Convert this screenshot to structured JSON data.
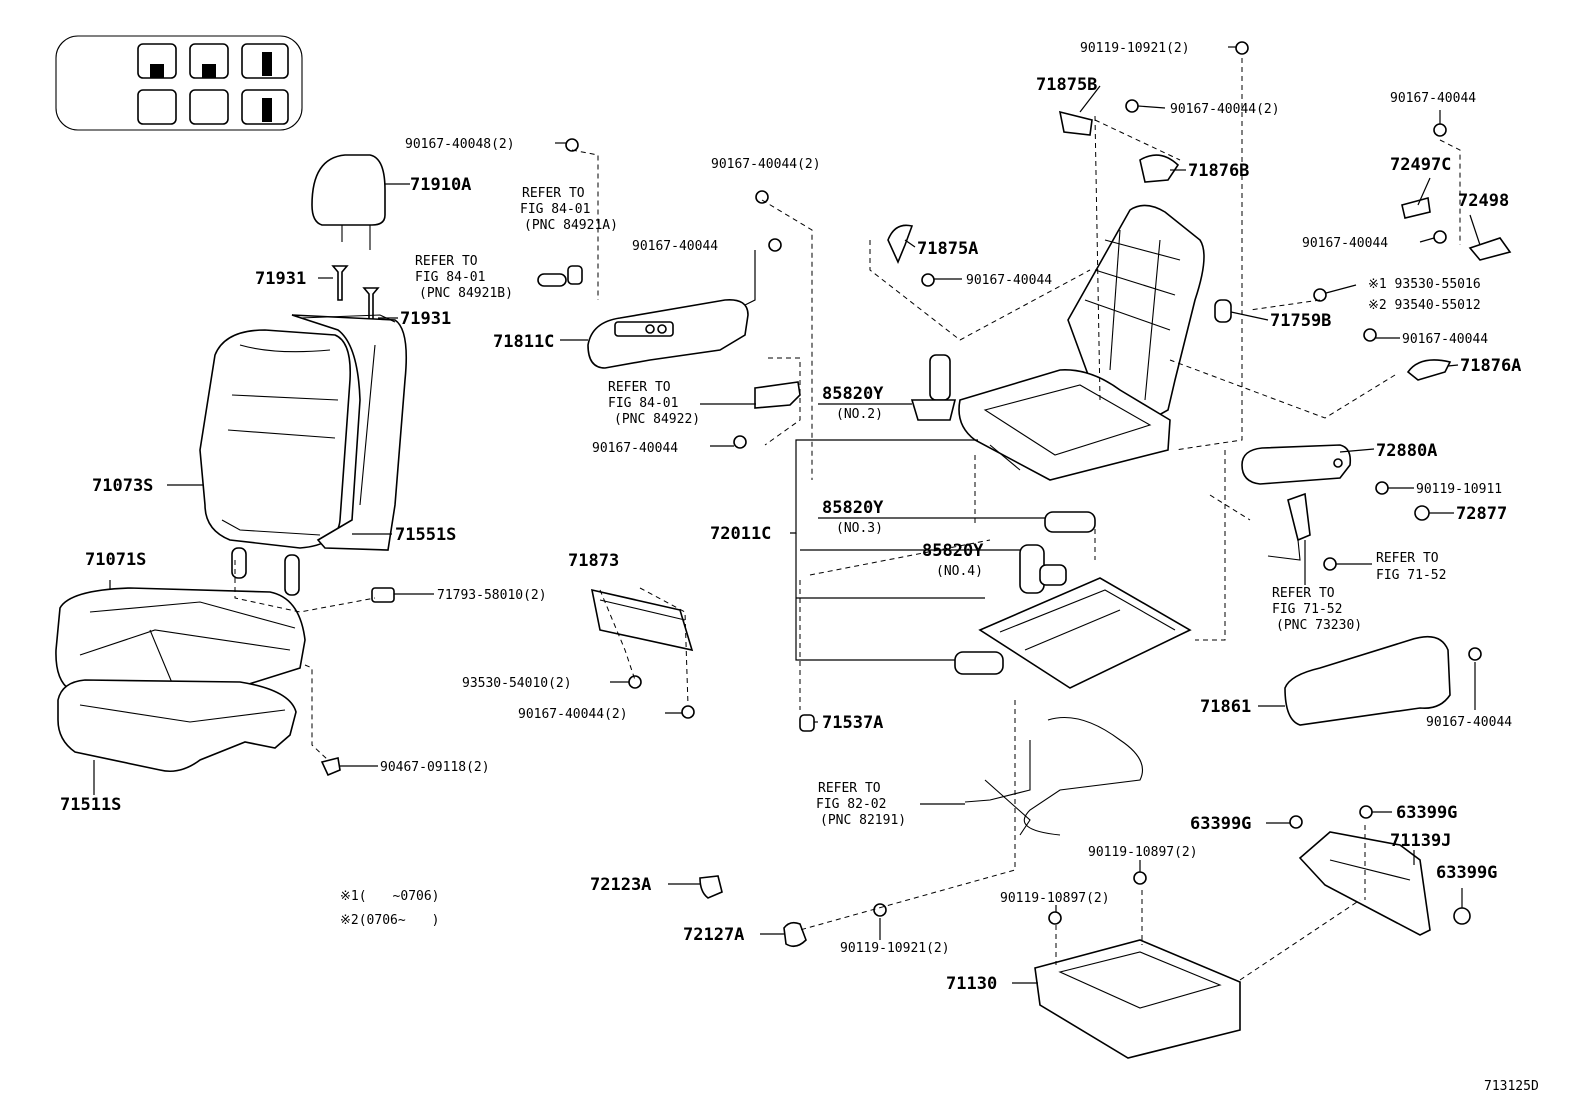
{
  "diagram": {
    "figure_code": "713125D",
    "notes": [
      "※1(　　~0706)",
      "※2(0706~　　)"
    ],
    "refs": {
      "r1": [
        "REFER TO",
        "FIG 84-01",
        "(PNC 84921A)"
      ],
      "r2": [
        "REFER TO",
        "FIG 84-01",
        "(PNC 84921B)"
      ],
      "r3": [
        "REFER TO",
        "FIG 84-01",
        "(PNC 84922)"
      ],
      "r4": [
        "REFER TO",
        "FIG 71-52"
      ],
      "r5": [
        "REFER TO",
        "FIG 71-52",
        "(PNC 73230)"
      ],
      "r6": [
        "REFER TO",
        "FIG 82-02",
        "(PNC 82191)"
      ]
    },
    "labels": {
      "p71910A": "71910A",
      "p71931a": "71931",
      "p71931b": "71931",
      "p71073S": "71073S",
      "p71551S": "71551S",
      "p71071S": "71071S",
      "p71511S": "71511S",
      "p71793": "71793-58010(2)",
      "p90467": "90467-09118(2)",
      "p90167_48": "90167-40048(2)",
      "p90167_44_2a": "90167-40044(2)",
      "p90167_44a": "90167-40044",
      "p71811C": "71811C",
      "p85820Y_2": "85820Y",
      "no2": "(NO.2)",
      "p90167_44b": "90167-40044",
      "p85820Y_3": "85820Y",
      "no3": "(NO.3)",
      "p85820Y_4": "85820Y",
      "no4": "(NO.4)",
      "p72011C": "72011C",
      "p71873": "71873",
      "p93530_54": "93530-54010(2)",
      "p90167_44_2b": "90167-40044(2)",
      "p71537A": "71537A",
      "p72123A": "72123A",
      "p72127A": "72127A",
      "p90119_21b": "90119-10921(2)",
      "p90119_21a": "90119-10921(2)",
      "p71875B": "71875B",
      "p90167_44_2c": "90167-40044(2)",
      "p71876B": "71876B",
      "p71875A": "71875A",
      "p90167_44c": "90167-40044",
      "p90167_44d": "90167-40044",
      "p72497C": "72497C",
      "p72498": "72498",
      "p90167_44e": "90167-40044",
      "s93530": "※1 93530-55016",
      "s93540": "※2 93540-55012",
      "p71759B": "71759B",
      "p90167_44f": "90167-40044",
      "p71876A": "71876A",
      "p72880A": "72880A",
      "p90119_11": "90119-10911",
      "p72877": "72877",
      "p71861": "71861",
      "p90167_44g": "90167-40044",
      "p63399G_a": "63399G",
      "p63399G_b": "63399G",
      "p63399G_c": "63399G",
      "p71139J": "71139J",
      "p90119_97a": "90119-10897(2)",
      "p90119_97b": "90119-10897(2)",
      "p71130": "71130"
    }
  }
}
